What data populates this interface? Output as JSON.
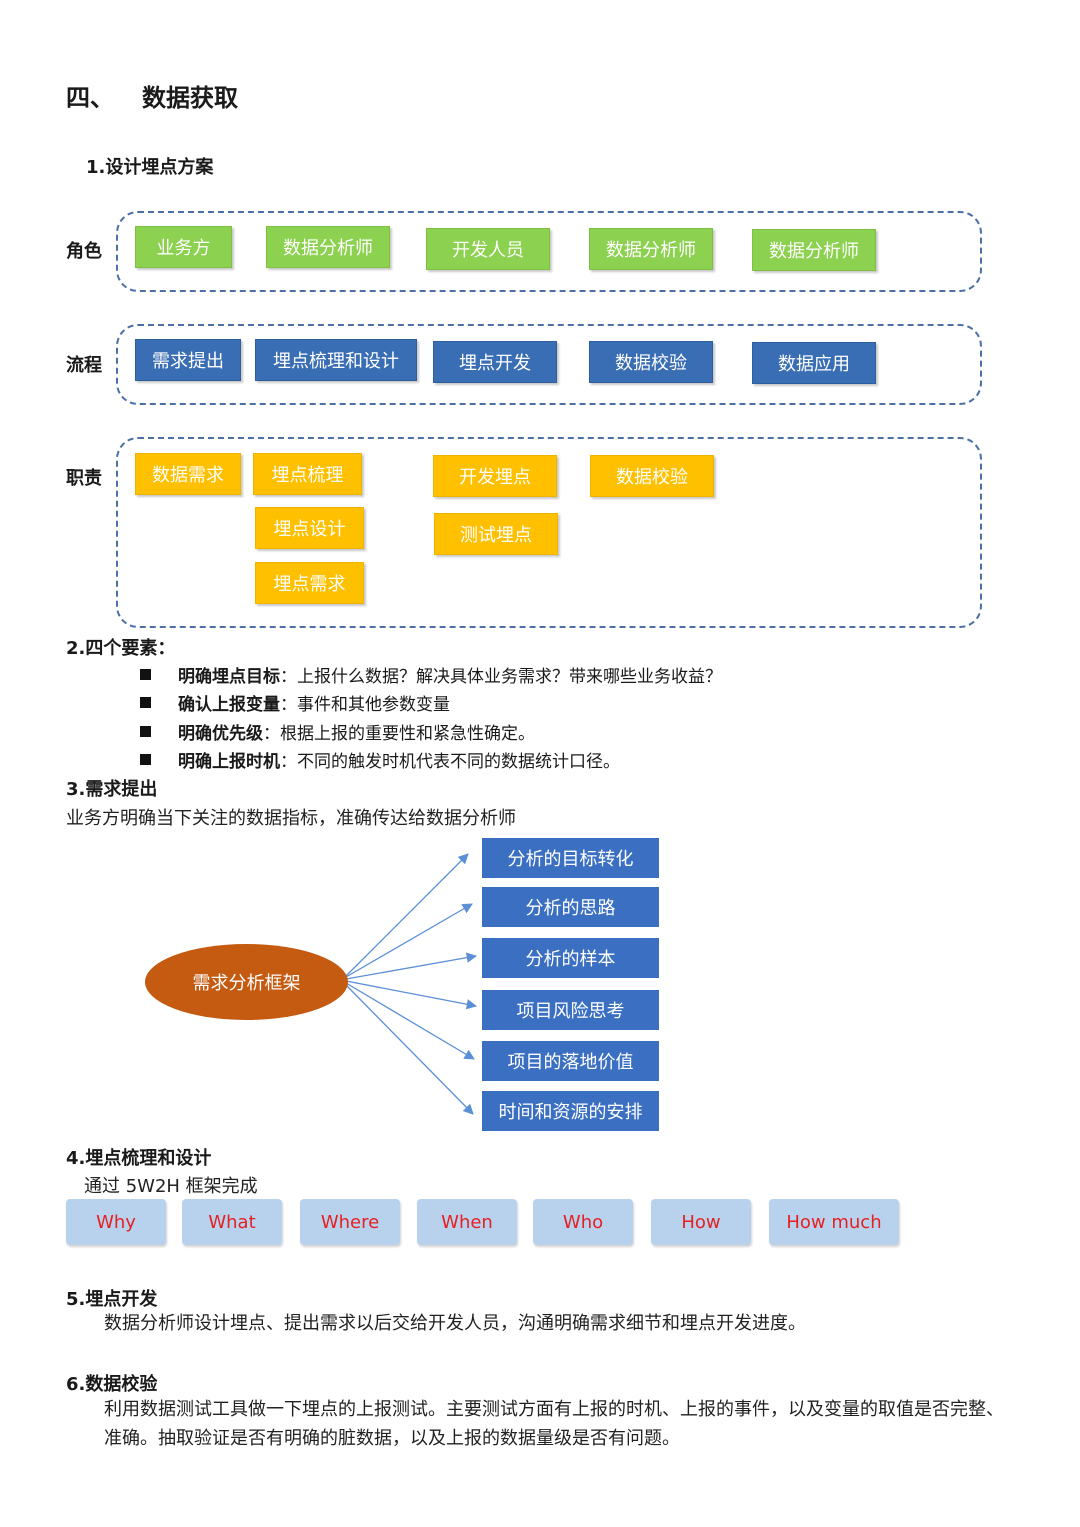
{
  "section": {
    "number": "四、",
    "title": "数据获取"
  },
  "s1": {
    "heading": "1.设计埋点方案"
  },
  "rows": {
    "role": {
      "label": "角色",
      "items": [
        "业务方",
        "数据分析师",
        "开发人员",
        "数据分析师",
        "数据分析师"
      ]
    },
    "process": {
      "label": "流程",
      "items": [
        "需求提出",
        "埋点梳理和设计",
        "埋点开发",
        "数据校验",
        "数据应用"
      ]
    },
    "duty": {
      "label": "职责",
      "items": [
        "数据需求",
        "埋点梳理",
        "埋点设计",
        "埋点需求",
        "开发埋点",
        "测试埋点",
        "数据校验"
      ]
    }
  },
  "s2": {
    "heading": "2.四个要素：",
    "items": [
      {
        "key": "明确埋点目标",
        "text": "：上报什么数据？解决具体业务需求？带来哪些业务收益？"
      },
      {
        "key": "确认上报变量",
        "text": "：事件和其他参数变量"
      },
      {
        "key": "明确优先级",
        "text": "：根据上报的重要性和紧急性确定。"
      },
      {
        "key": "明确上报时机",
        "text": "：不同的触发时机代表不同的数据统计口径。"
      }
    ]
  },
  "s3": {
    "heading": "3.需求提出",
    "desc": "业务方明确当下关注的数据指标，准确传达给数据分析师",
    "center": "需求分析框架",
    "branches": [
      "分析的目标转化",
      "分析的思路",
      "分析的样本",
      "项目风险思考",
      "项目的落地价值",
      "时间和资源的安排"
    ]
  },
  "s4": {
    "heading": "4.埋点梳理和设计",
    "desc": "通过 5W2H 框架完成",
    "items": [
      "Why",
      "What",
      "Where",
      "When",
      "Who",
      "How",
      "How much"
    ]
  },
  "s5": {
    "heading": "5.埋点开发",
    "desc": "数据分析师设计埋点、提出需求以后交给开发人员，沟通明确需求细节和埋点开发进度。"
  },
  "s6": {
    "heading": "6.数据校验",
    "desc": "利用数据测试工具做一下埋点的上报测试。主要测试方面有上报的时机、上报的事件，以及变量的取值是否完整、准确。抽取验证是否有明确的脏数据，以及上报的数据量级是否有问题。"
  },
  "colors": {
    "green": "#8cd14f",
    "blue": "#3a6eb4",
    "orange": "#ffc000",
    "ellipse": "#c55a11",
    "arrow": "#5b8fd6",
    "w_box": "#b8d2ee",
    "w_text": "#e62020"
  }
}
